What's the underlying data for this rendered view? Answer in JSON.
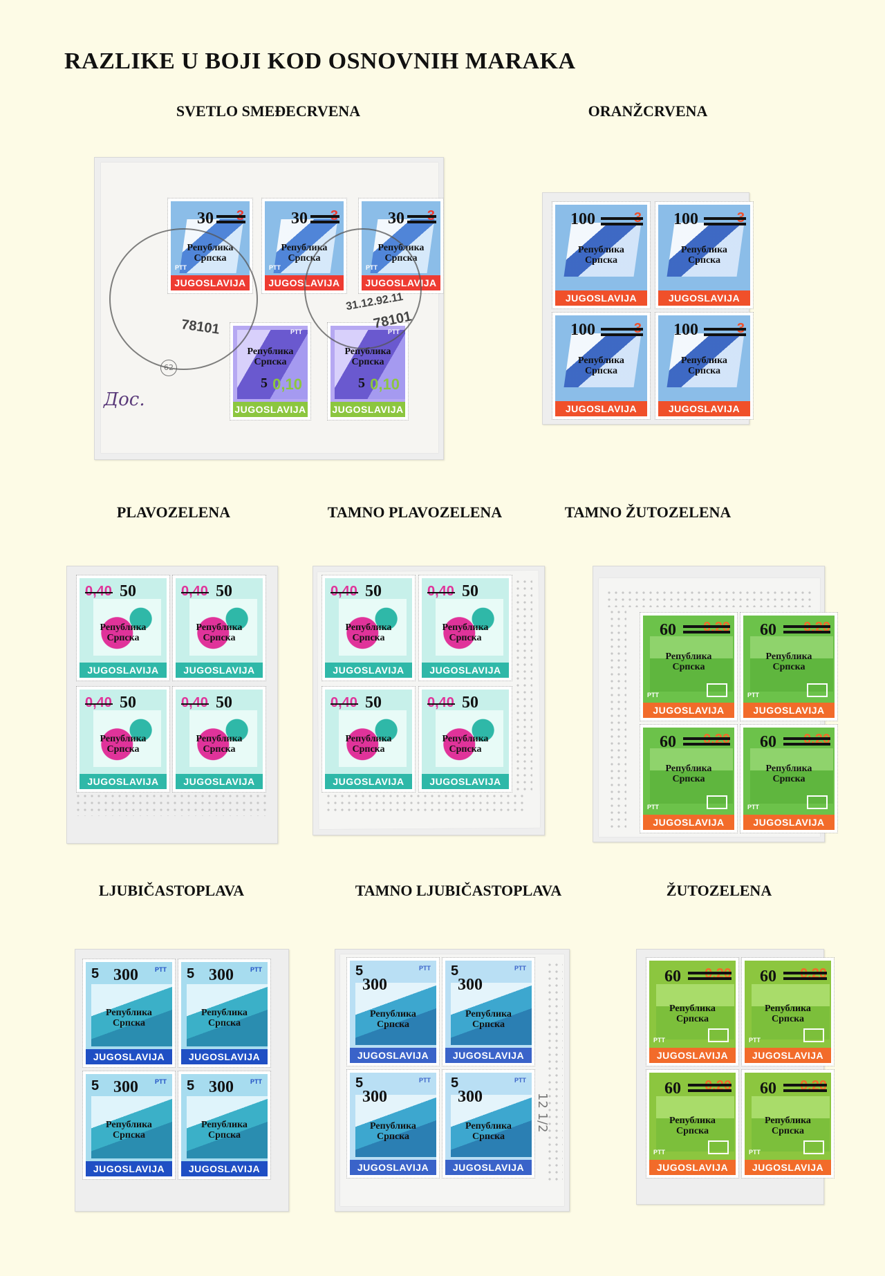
{
  "page": {
    "title": "RAZLIKE U BOJI KOD OSNOVNIH MARAKA"
  },
  "captions": {
    "svetlo": "SVETLO SMEĐECRVENA",
    "oranz": "ORANŽCRVENA",
    "plavozelena": "PLAVOZELENA",
    "tamno_plavozelena": "TAMNO PLAVOZELENA",
    "tamno_zutozelena": "TAMNO ŽUTOZELENA",
    "ljubicastoplava": "LJUBIČASTOPLAVA",
    "tamno_ljubicastoplava": "TAMNO LJUBIČASTOPLAVA",
    "zutozelena": "ŽUTOZELENA"
  },
  "stamp_text": {
    "country": "JUGOSLAVIJA",
    "overprint_line1": "Република",
    "overprint_line2": "Српска",
    "ptt": "PTT"
  },
  "values": {
    "v30": "30",
    "v3": "3",
    "v5": "5",
    "v010": "0,10",
    "v100": "100",
    "v040": "0,40",
    "v50": "50",
    "v60": "60",
    "v020": "0,20",
    "v300": "300"
  },
  "annotations": {
    "postmark_date": "31.12.92.11",
    "postmark_code": "78101",
    "pencil_note": "12 1/2",
    "ink_note": "Дос.",
    "circle_mark": "62"
  },
  "colors": {
    "page_background": "#fdfbe6",
    "red_band": "#ee3b32",
    "orange_band": "#f0502a",
    "sky_blue": "#8bbde8",
    "deep_blue": "#3a63c9",
    "teal": "#2fb8a8",
    "magenta": "#e0339a",
    "green": "#6cc24a",
    "orange_frame": "#f26b2a",
    "violet": "#7a6ad8",
    "lime": "#8cc63f",
    "royal_blue": "#1f4fc4",
    "pale_blue": "#a7dcef"
  }
}
